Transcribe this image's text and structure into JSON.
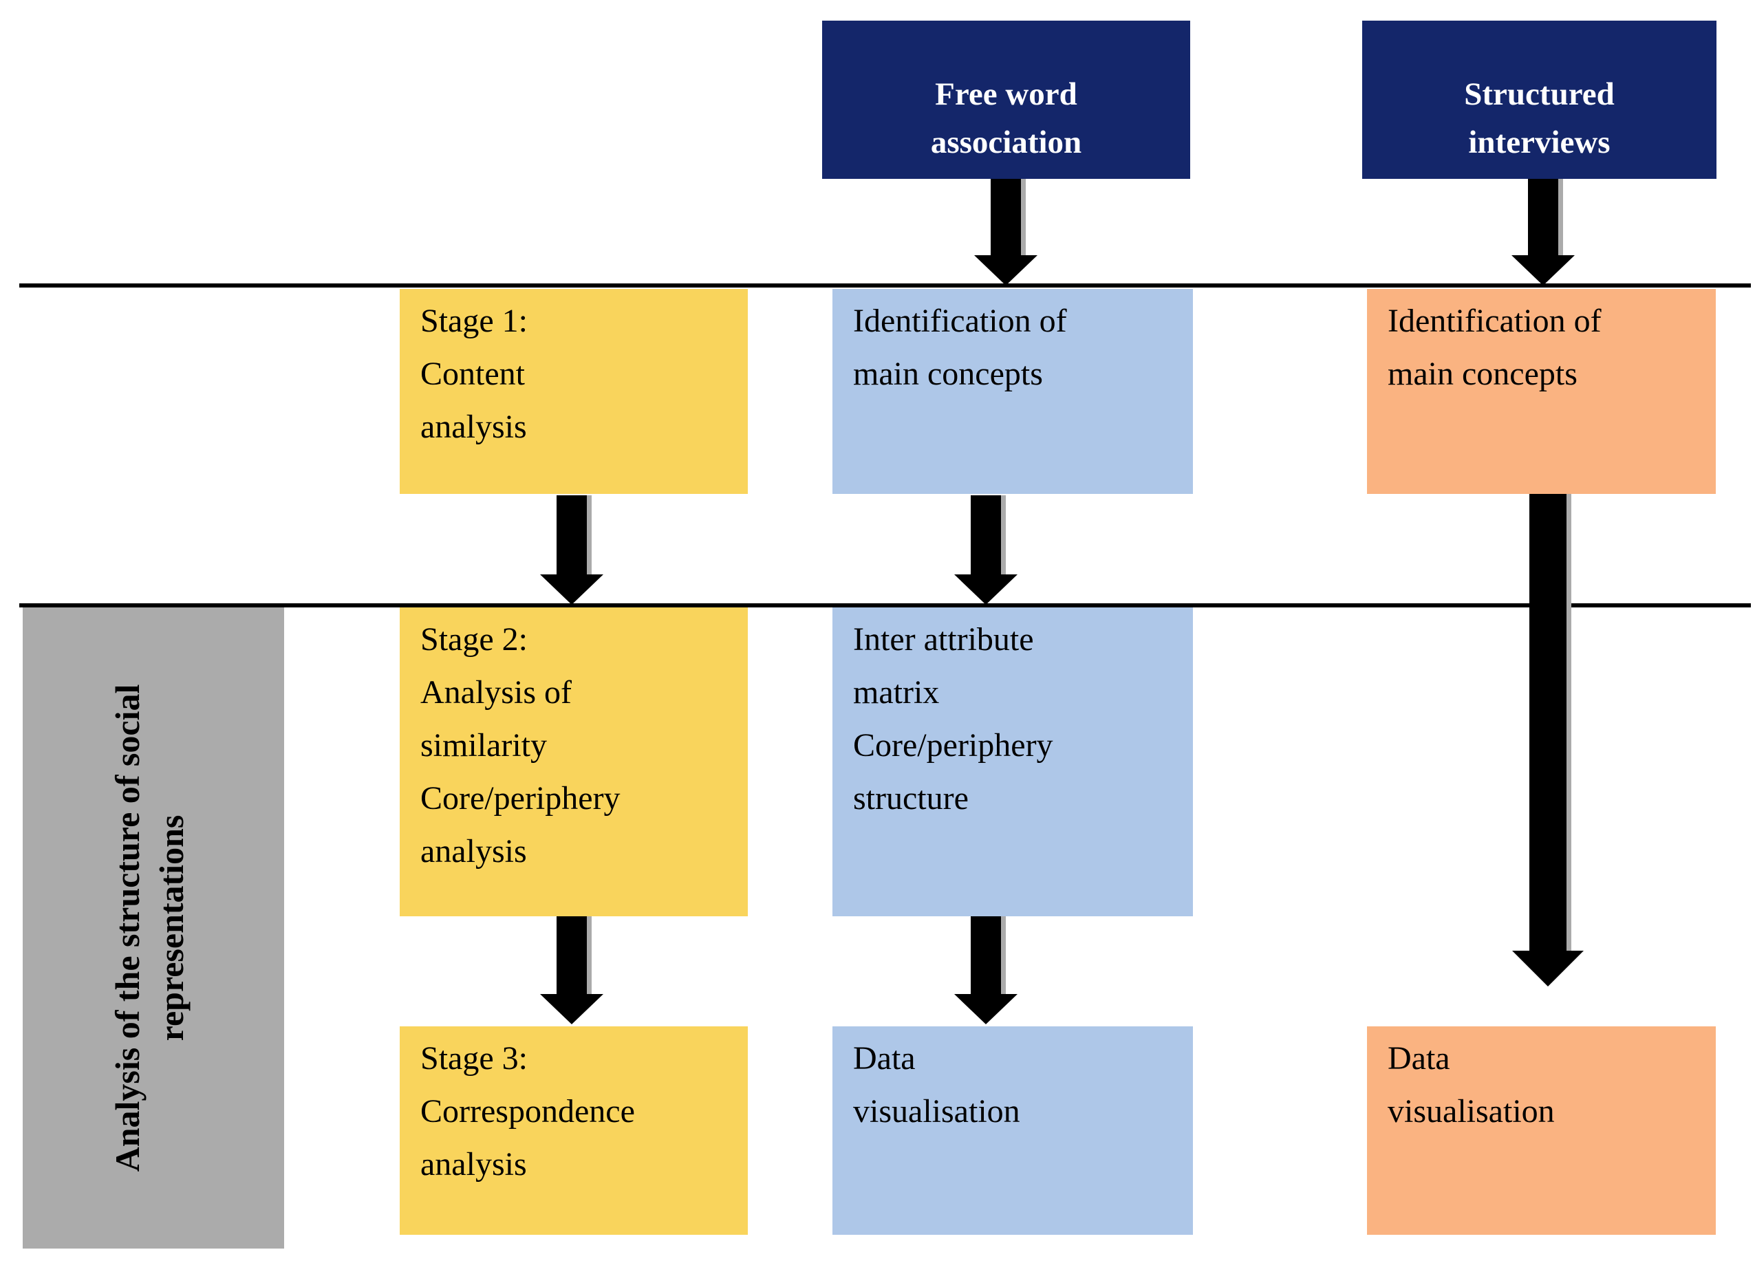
{
  "colors": {
    "navy": "#14266A",
    "yellow": "#F9D45C",
    "blue": "#AEC7E8",
    "orange": "#FAB381",
    "gray": "#ABABAB"
  },
  "side_label": {
    "lines": [
      "Analysis of the structure of",
      "social representations"
    ]
  },
  "sources": [
    {
      "name": "free-word-association",
      "lines": [
        "Free word",
        "association"
      ]
    },
    {
      "name": "structured-interviews",
      "lines": [
        "Structured",
        "interviews"
      ]
    }
  ],
  "columns": {
    "stages": [
      {
        "lines": [
          "Stage 1:",
          "Content",
          "analysis"
        ]
      },
      {
        "lines": [
          "Stage 2:",
          "Analysis of",
          "similarity",
          "Core/periphery",
          "analysis"
        ]
      },
      {
        "lines": [
          "Stage 3:",
          "Correspondence",
          "analysis"
        ]
      }
    ],
    "free_word": [
      {
        "lines": [
          "Identification of",
          "main concepts"
        ]
      },
      {
        "lines": [
          "Inter attribute",
          "matrix",
          "Core/periphery",
          "structure"
        ]
      },
      {
        "lines": [
          "Data",
          "visualisation"
        ]
      }
    ],
    "interviews": [
      {
        "lines": [
          "Identification of",
          "main concepts"
        ]
      },
      {
        "lines": [
          "Data",
          "visualisation"
        ]
      }
    ]
  }
}
